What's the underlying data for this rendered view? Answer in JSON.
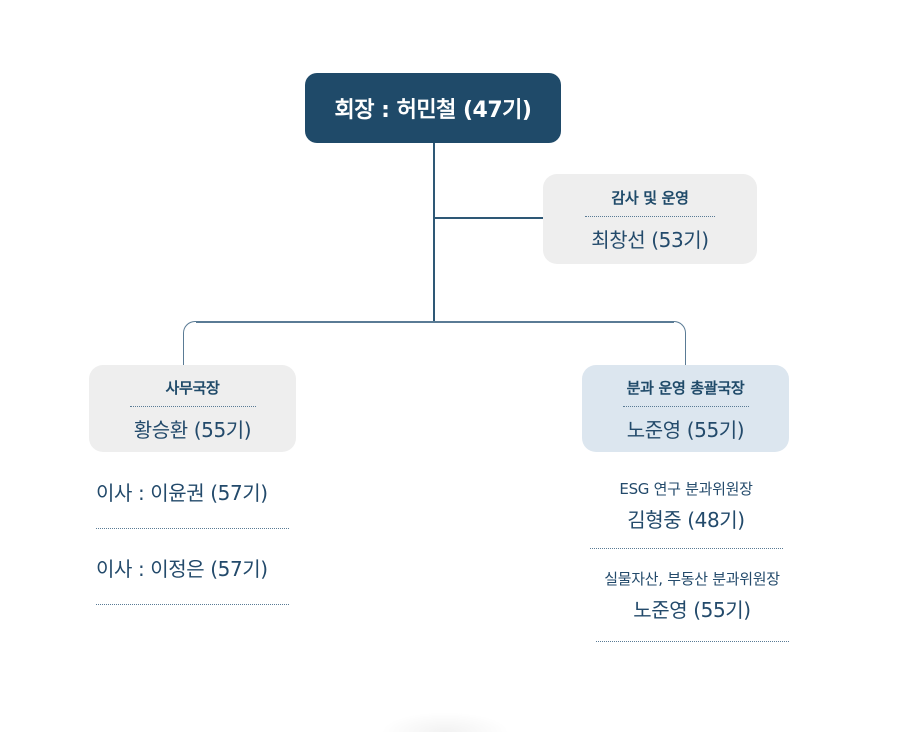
{
  "chart": {
    "top": {
      "label": "회장 : 허민철 (47기)"
    },
    "audit": {
      "role": "감사 및 운영",
      "name": "최창선 (53기)"
    },
    "office": {
      "role": "사무국장",
      "name": "황승환 (55기)",
      "members": [
        {
          "label": "이사 : 이윤권 (57기)"
        },
        {
          "label": "이사 : 이정은 (57기)"
        }
      ]
    },
    "division": {
      "role": "분과 운영 총괄국장",
      "name": "노준영 (55기)",
      "committees": [
        {
          "title": "ESG 연구 분과위원장",
          "name": "김형중 (48기)"
        },
        {
          "title": "실물자산, 부동산 분과위원장",
          "name": "노준영 (55기)"
        }
      ]
    }
  },
  "colors": {
    "top_node_bg": "#1f4a69",
    "card_gray_bg": "#eeeeee",
    "card_blue_bg": "#dce6ef",
    "text_primary": "#234a6b",
    "connector": "#2e5876"
  }
}
